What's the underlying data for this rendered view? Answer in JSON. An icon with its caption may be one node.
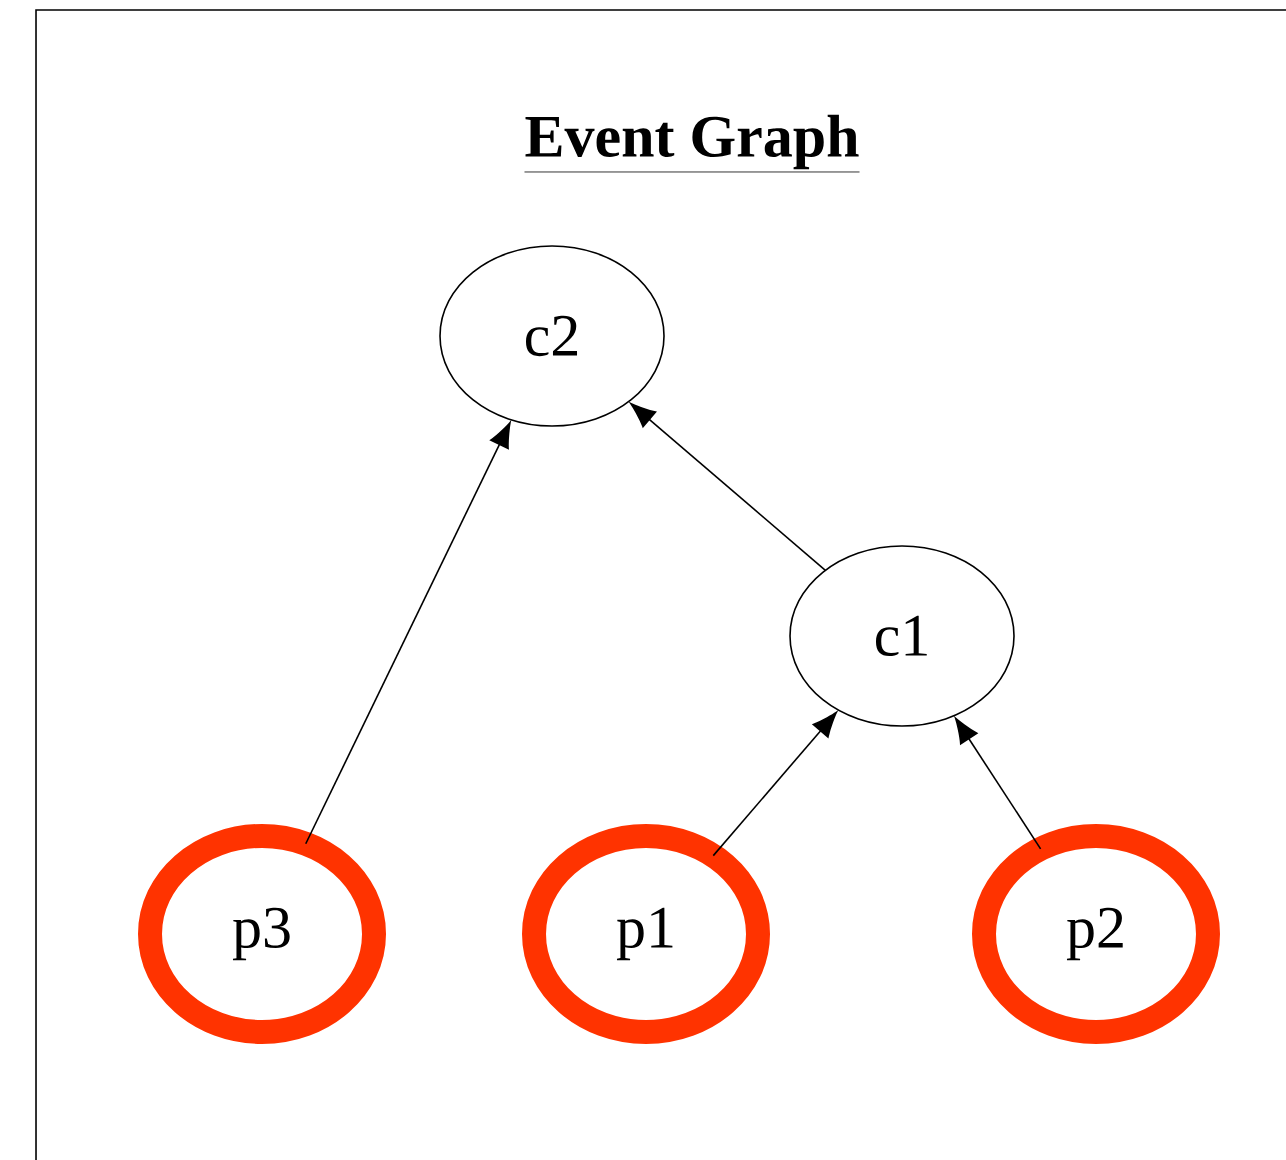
{
  "diagram": {
    "title": "Event Graph",
    "nodes": [
      {
        "text": [
          "c2"
        ]
      },
      {
        "text": [
          "c1"
        ]
      },
      {
        "text": [
          "p3"
        ]
      },
      {
        "text": [
          "p1"
        ]
      },
      {
        "text": [
          "p2"
        ]
      }
    ],
    "edges": [
      {
        "from": 2,
        "to": 0,
        "arrow": "to"
      },
      {
        "from": 1,
        "to": 0,
        "arrow": "to"
      },
      {
        "from": 3,
        "to": 1,
        "arrow": "to"
      },
      {
        "from": 4,
        "to": 1,
        "arrow": "to"
      }
    ]
  }
}
